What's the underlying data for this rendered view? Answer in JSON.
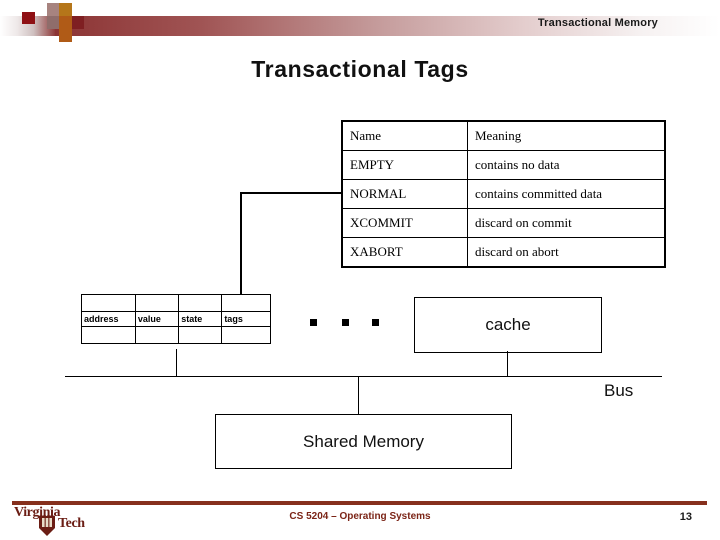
{
  "header": {
    "title": "Transactional Memory"
  },
  "slide": {
    "title": "Transactional Tags"
  },
  "tag_table": {
    "columns": [
      "Name",
      "Meaning"
    ],
    "rows": [
      {
        "name": "EMPTY",
        "meaning": "contains no data"
      },
      {
        "name": "NORMAL",
        "meaning": "contains committed data"
      },
      {
        "name": "XCOMMIT",
        "meaning": "discard on commit"
      },
      {
        "name": "XABORT",
        "meaning": "discard on abort"
      }
    ]
  },
  "cache_line": {
    "fields": [
      "address",
      "value",
      "state",
      "tags"
    ]
  },
  "diagram": {
    "cache_label": "cache",
    "bus_label": "Bus",
    "shared_memory_label": "Shared Memory",
    "ellipsis_marks": 3
  },
  "footer": {
    "course": "CS 5204 – Operating Systems",
    "page_number": "13",
    "logo_line1": "Virginia",
    "logo_line2": "Tech"
  },
  "colors": {
    "accent_red": "#8c3434",
    "footer_rule": "#86301d",
    "footer_text": "#7b2416",
    "logo_maroon": "#6b1d14"
  }
}
